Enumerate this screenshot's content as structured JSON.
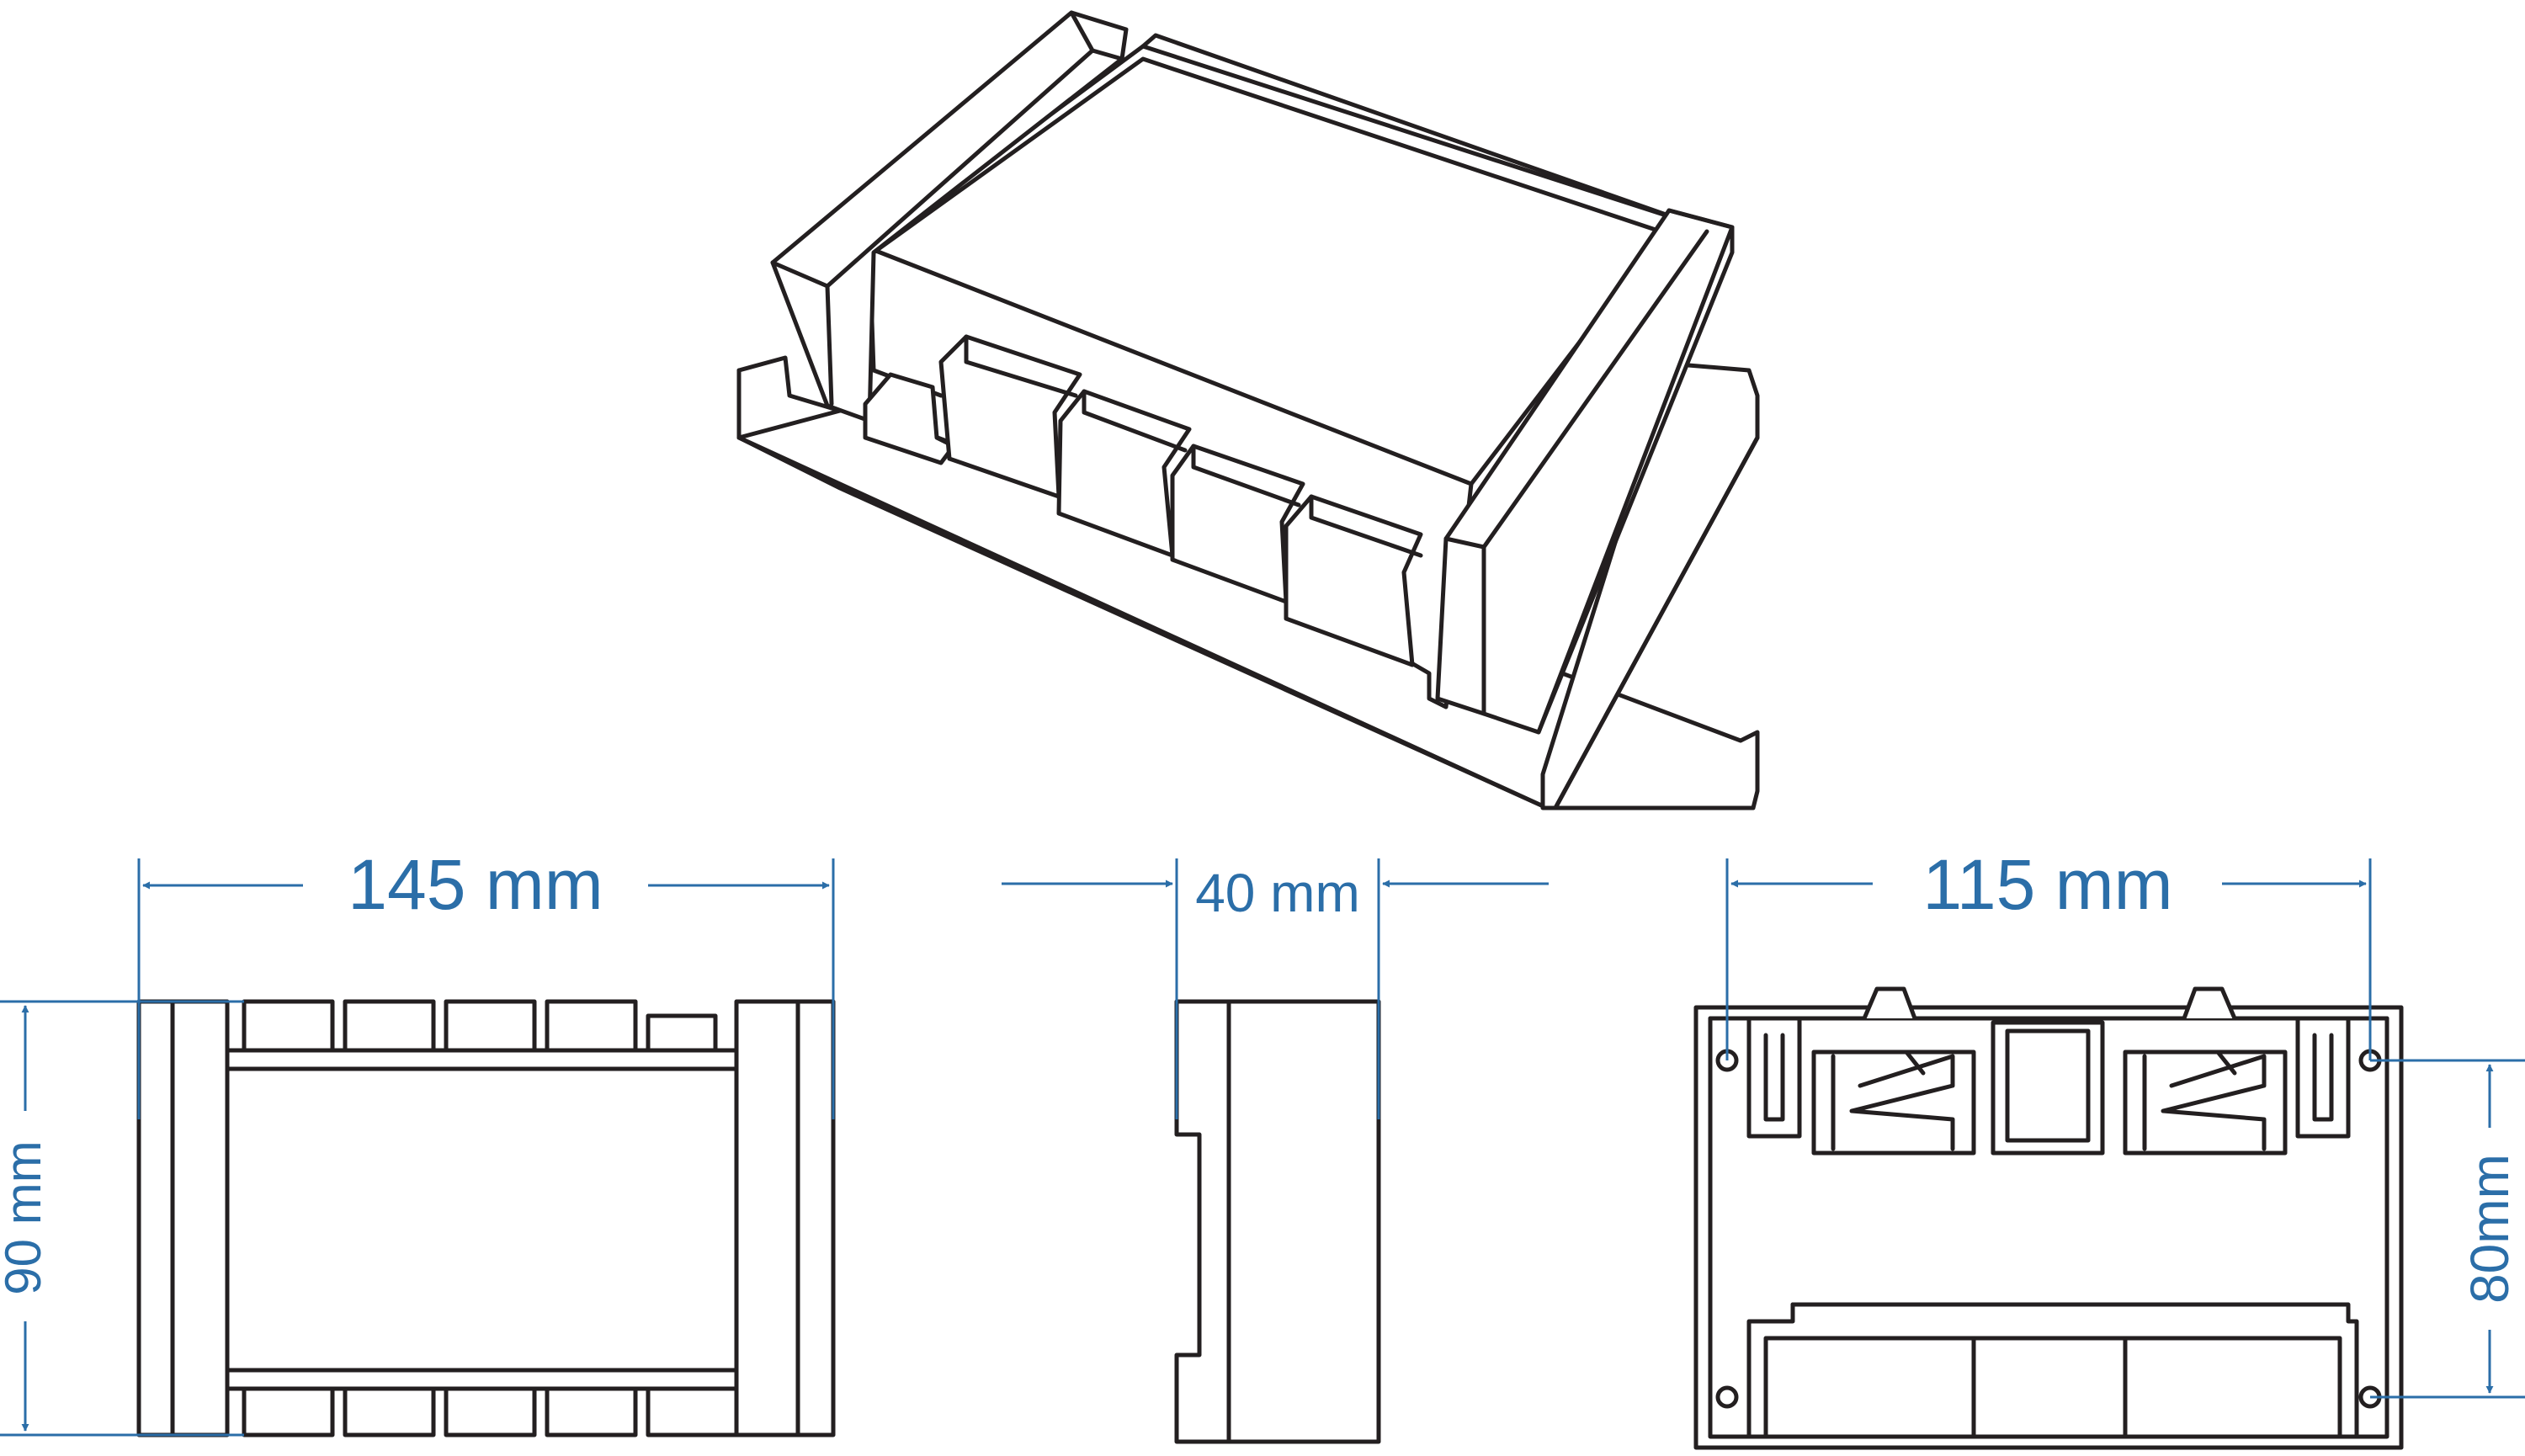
{
  "dimensions": {
    "front_width": "145 mm",
    "height": "90 mm",
    "side_depth": "40 mm",
    "back_width": "115 mm",
    "mount_spacing": "80mm"
  },
  "colors": {
    "outline": "#231f20",
    "dimension": "#2b6ea8",
    "background": "#ffffff"
  }
}
